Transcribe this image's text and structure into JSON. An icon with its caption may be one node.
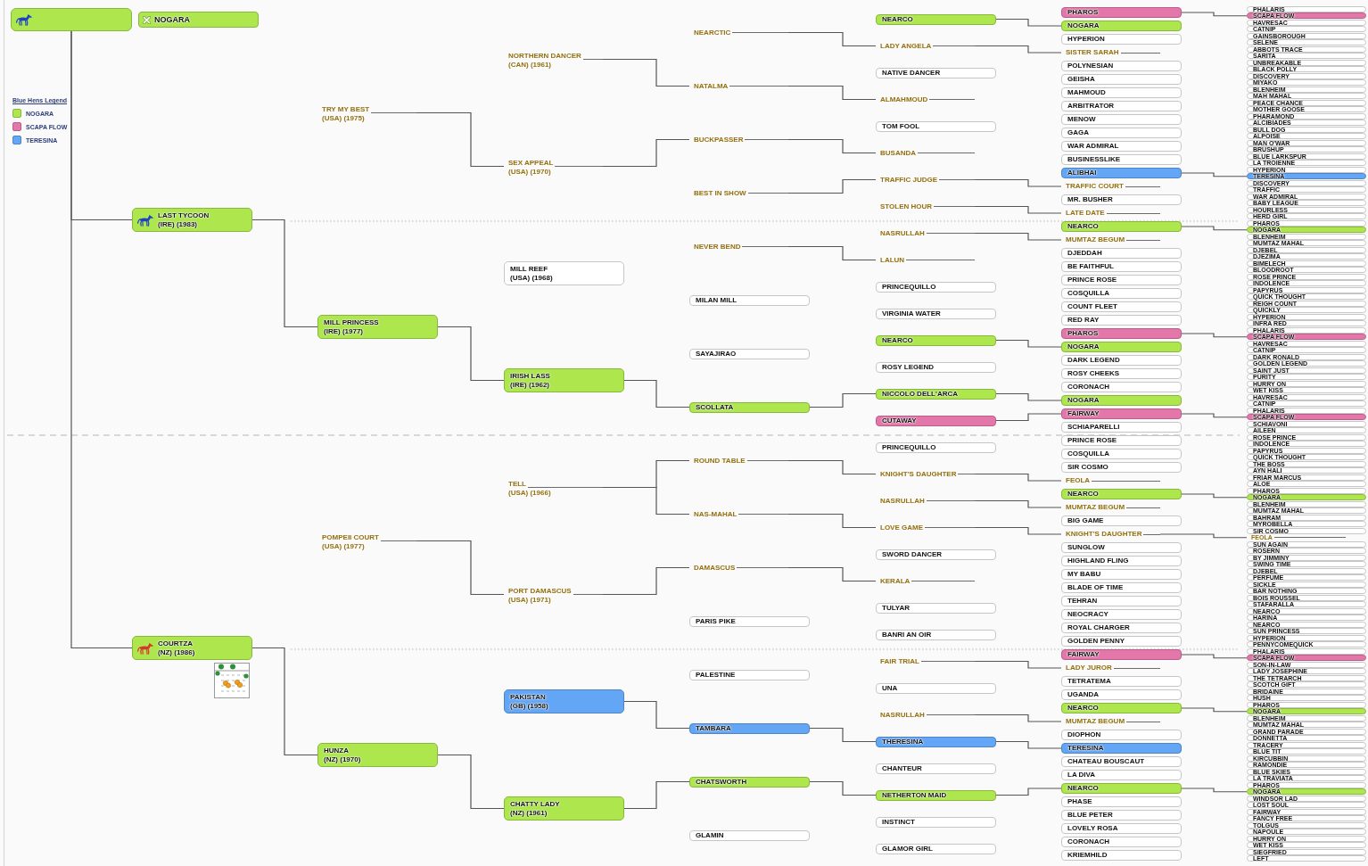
{
  "diagram": {
    "nodes": [
      {
        "text": [],
        "shape": "box"
      },
      {
        "text": [
          "NOGARA"
        ]
      },
      {
        "text": [
          "LAST TYCOON",
          "(IRE) (1983)"
        ]
      },
      {
        "text": [
          "COURTZA",
          "(NZ) (1986)"
        ]
      },
      {
        "text": [
          "TRY MY BEST",
          "(USA) (1975)"
        ]
      },
      {
        "text": [
          "MILL PRINCESS",
          "(IRE) (1977)"
        ]
      },
      {
        "text": [
          "POMPEII COURT",
          "(USA) (1977)"
        ]
      },
      {
        "text": [
          "HUNZA",
          "(NZ) (1970)"
        ]
      },
      {
        "text": [
          "NORTHERN DANCER",
          "(CAN) (1961)"
        ]
      },
      {
        "text": [
          "SEX APPEAL",
          "(USA) (1970)"
        ]
      },
      {
        "text": [
          "MILL REEF",
          "(USA) (1968)"
        ]
      },
      {
        "text": [
          "IRISH LASS",
          "(IRE) (1962)"
        ]
      },
      {
        "text": [
          "TELL",
          "(USA) (1966)"
        ]
      },
      {
        "text": [
          "PORT DAMASCUS",
          "(USA) (1971)"
        ]
      },
      {
        "text": [
          "PAKISTAN",
          "(GB) (1958)"
        ]
      },
      {
        "text": [
          "CHATTY LADY",
          "(NZ) (1961)"
        ]
      },
      {
        "text": [
          "NEARCTIC"
        ]
      },
      {
        "text": [
          "NATALMA"
        ]
      },
      {
        "text": [
          "BUCKPASSER"
        ]
      },
      {
        "text": [
          "BEST IN SHOW"
        ]
      },
      {
        "text": [
          "NEVER BEND"
        ]
      },
      {
        "text": [
          "MILAN MILL"
        ]
      },
      {
        "text": [
          "SAYAJIRAO"
        ]
      },
      {
        "text": [
          "SCOLLATA"
        ]
      },
      {
        "text": [
          "ROUND TABLE"
        ]
      },
      {
        "text": [
          "NAS-MAHAL"
        ]
      },
      {
        "text": [
          "DAMASCUS"
        ]
      },
      {
        "text": [
          "PARIS PIKE"
        ]
      },
      {
        "text": [
          "PALESTINE"
        ]
      },
      {
        "text": [
          "TAMBARA"
        ]
      },
      {
        "text": [
          "CHATSWORTH"
        ]
      },
      {
        "text": [
          "GLAMIN"
        ]
      },
      {
        "text": [
          "NEARCO"
        ]
      },
      {
        "text": [
          "LADY ANGELA"
        ]
      },
      {
        "text": [
          "NATIVE DANCER"
        ]
      },
      {
        "text": [
          "ALMAHMOUD"
        ]
      },
      {
        "text": [
          "TOM FOOL"
        ]
      },
      {
        "text": [
          "BUSANDA"
        ]
      },
      {
        "text": [
          "TRAFFIC JUDGE"
        ]
      },
      {
        "text": [
          "STOLEN HOUR"
        ]
      },
      {
        "text": [
          "NASRULLAH"
        ]
      },
      {
        "text": [
          "LALUN"
        ]
      },
      {
        "text": [
          "PRINCEQUILLO"
        ]
      },
      {
        "text": [
          "VIRGINIA WATER"
        ]
      },
      {
        "text": [
          "NEARCO"
        ]
      },
      {
        "text": [
          "ROSY LEGEND"
        ]
      },
      {
        "text": [
          "NICCOLO DELL'ARCA"
        ]
      },
      {
        "text": [
          "CUTAWAY"
        ]
      },
      {
        "text": [
          "PRINCEQUILLO"
        ]
      },
      {
        "text": [
          "KNIGHT'S DAUGHTER"
        ]
      },
      {
        "text": [
          "NASRULLAH"
        ]
      },
      {
        "text": [
          "LOVE GAME"
        ]
      },
      {
        "text": [
          "SWORD DANCER"
        ]
      },
      {
        "text": [
          "KERALA"
        ]
      },
      {
        "text": [
          "TULYAR"
        ]
      },
      {
        "text": [
          "BANRI AN OIR"
        ]
      },
      {
        "text": [
          "FAIR TRIAL"
        ]
      },
      {
        "text": [
          "UNA"
        ]
      },
      {
        "text": [
          "NASRULLAH"
        ]
      },
      {
        "text": [
          "THERESINA"
        ]
      },
      {
        "text": [
          "CHANTEUR"
        ]
      },
      {
        "text": [
          "NETHERTON MAID"
        ]
      },
      {
        "text": [
          "INSTINCT"
        ]
      },
      {
        "text": [
          "GLAMOR GIRL"
        ]
      },
      {
        "text": [
          "PHAROS"
        ]
      },
      {
        "text": [
          "NOGARA"
        ]
      },
      {
        "text": [
          "HYPERION"
        ]
      },
      {
        "text": [
          "SISTER SARAH"
        ]
      },
      {
        "text": [
          "POLYNESIAN"
        ]
      },
      {
        "text": [
          "GEISHA"
        ]
      },
      {
        "text": [
          "MAHMOUD"
        ]
      },
      {
        "text": [
          "ARBITRATOR"
        ]
      },
      {
        "text": [
          "MENOW"
        ]
      },
      {
        "text": [
          "GAGA"
        ]
      },
      {
        "text": [
          "WAR ADMIRAL"
        ]
      },
      {
        "text": [
          "BUSINESSLIKE"
        ]
      },
      {
        "text": [
          "ALIBHAI"
        ]
      },
      {
        "text": [
          "TRAFFIC COURT"
        ]
      },
      {
        "text": [
          "MR. BUSHER"
        ]
      },
      {
        "text": [
          "LATE DATE"
        ]
      },
      {
        "text": [
          "NEARCO"
        ]
      },
      {
        "text": [
          "MUMTAZ BEGUM"
        ]
      },
      {
        "text": [
          "DJEDDAH"
        ]
      },
      {
        "text": [
          "BE FAITHFUL"
        ]
      },
      {
        "text": [
          "PRINCE ROSE"
        ]
      },
      {
        "text": [
          "COSQUILLA"
        ]
      },
      {
        "text": [
          "COUNT FLEET"
        ]
      },
      {
        "text": [
          "RED RAY"
        ]
      },
      {
        "text": [
          "PHAROS"
        ]
      },
      {
        "text": [
          "NOGARA"
        ]
      },
      {
        "text": [
          "DARK LEGEND"
        ]
      },
      {
        "text": [
          "ROSY CHEEKS"
        ]
      },
      {
        "text": [
          "CORONACH"
        ]
      },
      {
        "text": [
          "NOGARA"
        ]
      },
      {
        "text": [
          "FAIRWAY"
        ]
      },
      {
        "text": [
          "SCHIAPARELLI"
        ]
      },
      {
        "text": [
          "PRINCE ROSE"
        ]
      },
      {
        "text": [
          "COSQUILLA"
        ]
      },
      {
        "text": [
          "SIR COSMO"
        ]
      },
      {
        "text": [
          "FEOLA"
        ]
      },
      {
        "text": [
          "NEARCO"
        ]
      },
      {
        "text": [
          "MUMTAZ BEGUM"
        ]
      },
      {
        "text": [
          "BIG GAME"
        ]
      },
      {
        "text": [
          "KNIGHT'S DAUGHTER"
        ]
      },
      {
        "text": [
          "SUNGLOW"
        ]
      },
      {
        "text": [
          "HIGHLAND FLING"
        ]
      },
      {
        "text": [
          "MY BABU"
        ]
      },
      {
        "text": [
          "BLADE OF TIME"
        ]
      },
      {
        "text": [
          "TEHRAN"
        ]
      },
      {
        "text": [
          "NEOCRACY"
        ]
      },
      {
        "text": [
          "ROYAL CHARGER"
        ]
      },
      {
        "text": [
          "GOLDEN PENNY"
        ]
      },
      {
        "text": [
          "FAIRWAY"
        ]
      },
      {
        "text": [
          "LADY JUROR"
        ]
      },
      {
        "text": [
          "TETRATEMA"
        ]
      },
      {
        "text": [
          "UGANDA"
        ]
      },
      {
        "text": [
          "NEARCO"
        ]
      },
      {
        "text": [
          "MUMTAZ BEGUM"
        ]
      },
      {
        "text": [
          "DIOPHON"
        ]
      },
      {
        "text": [
          "TERESINA"
        ]
      },
      {
        "text": [
          "CHATEAU BOUSCAUT"
        ]
      },
      {
        "text": [
          "LA DIVA"
        ]
      },
      {
        "text": [
          "NEARCO"
        ]
      },
      {
        "text": [
          "PHASE"
        ]
      },
      {
        "text": [
          "BLUE PETER"
        ]
      },
      {
        "text": [
          "LOVELY ROSA"
        ]
      },
      {
        "text": [
          "CORONACH"
        ]
      },
      {
        "text": [
          "KRIEMHILD"
        ]
      },
      {
        "text": [
          "PHALARIS"
        ]
      },
      {
        "text": [
          "SCAPA FLOW"
        ]
      },
      {
        "text": [
          "HAVRESAC"
        ]
      },
      {
        "text": [
          "CATNIP"
        ]
      },
      {
        "text": [
          "GAINSBOROUGH"
        ]
      },
      {
        "text": [
          "SELENE"
        ]
      },
      {
        "text": [
          "ABBOTS TRACE"
        ]
      },
      {
        "text": [
          "SARITA"
        ]
      },
      {
        "text": [
          "UNBREAKABLE"
        ]
      },
      {
        "text": [
          "BLACK POLLY"
        ]
      },
      {
        "text": [
          "DISCOVERY"
        ]
      },
      {
        "text": [
          "MIYAKO"
        ]
      },
      {
        "text": [
          "BLENHEIM"
        ]
      },
      {
        "text": [
          "MAH MAHAL"
        ]
      },
      {
        "text": [
          "PEACE CHANCE"
        ]
      },
      {
        "text": [
          "MOTHER GOOSE"
        ]
      },
      {
        "text": [
          "PHARAMOND"
        ]
      },
      {
        "text": [
          "ALCIBIADES"
        ]
      },
      {
        "text": [
          "BULL DOG"
        ]
      },
      {
        "text": [
          "ALPOISE"
        ]
      },
      {
        "text": [
          "MAN O'WAR"
        ]
      },
      {
        "text": [
          "BRUSHUP"
        ]
      },
      {
        "text": [
          "BLUE LARKSPUR"
        ]
      },
      {
        "text": [
          "LA TROIENNE"
        ]
      },
      {
        "text": [
          "HYPERION"
        ]
      },
      {
        "text": [
          "TERESINA"
        ]
      },
      {
        "text": [
          "DISCOVERY"
        ]
      },
      {
        "text": [
          "TRAFFIC"
        ]
      },
      {
        "text": [
          "WAR ADMIRAL"
        ]
      },
      {
        "text": [
          "BABY LEAGUE"
        ]
      },
      {
        "text": [
          "HOURLESS"
        ]
      },
      {
        "text": [
          "HERD GIRL"
        ]
      },
      {
        "text": [
          "PHAROS"
        ]
      },
      {
        "text": [
          "NOGARA"
        ]
      },
      {
        "text": [
          "BLENHEIM"
        ]
      },
      {
        "text": [
          "MUMTAZ MAHAL"
        ]
      },
      {
        "text": [
          "DJEBEL"
        ]
      },
      {
        "text": [
          "DJEZIMA"
        ]
      },
      {
        "text": [
          "BIMELECH"
        ]
      },
      {
        "text": [
          "BLOODROOT"
        ]
      },
      {
        "text": [
          "ROSE PRINCE"
        ]
      },
      {
        "text": [
          "INDOLENCE"
        ]
      },
      {
        "text": [
          "PAPYRUS"
        ]
      },
      {
        "text": [
          "QUICK THOUGHT"
        ]
      },
      {
        "text": [
          "REIGH COUNT"
        ]
      },
      {
        "text": [
          "QUICKLY"
        ]
      },
      {
        "text": [
          "HYPERION"
        ]
      },
      {
        "text": [
          "INFRA RED"
        ]
      },
      {
        "text": [
          "PHALARIS"
        ]
      },
      {
        "text": [
          "SCAPA FLOW"
        ]
      },
      {
        "text": [
          "HAVRESAC"
        ]
      },
      {
        "text": [
          "CATNIP"
        ]
      },
      {
        "text": [
          "DARK RONALD"
        ]
      },
      {
        "text": [
          "GOLDEN LEGEND"
        ]
      },
      {
        "text": [
          "SAINT JUST"
        ]
      },
      {
        "text": [
          "PURITY"
        ]
      },
      {
        "text": [
          "HURRY ON"
        ]
      },
      {
        "text": [
          "WET KISS"
        ]
      },
      {
        "text": [
          "HAVRESAC"
        ]
      },
      {
        "text": [
          "CATNIP"
        ]
      },
      {
        "text": [
          "PHALARIS"
        ]
      },
      {
        "text": [
          "SCAPA FLOW"
        ]
      },
      {
        "text": [
          "SCHIAVONI"
        ]
      },
      {
        "text": [
          "AILEEN"
        ]
      },
      {
        "text": [
          "ROSE PRINCE"
        ]
      },
      {
        "text": [
          "INDOLENCE"
        ]
      },
      {
        "text": [
          "PAPYRUS"
        ]
      },
      {
        "text": [
          "QUICK THOUGHT"
        ]
      },
      {
        "text": [
          "THE BOSS"
        ]
      },
      {
        "text": [
          "AYN HALI"
        ]
      },
      {
        "text": [
          "FRIAR MARCUS"
        ]
      },
      {
        "text": [
          "ALOE"
        ]
      },
      {
        "text": [
          "PHAROS"
        ]
      },
      {
        "text": [
          "NOGARA"
        ]
      },
      {
        "text": [
          "BLENHEIM"
        ]
      },
      {
        "text": [
          "MUMTAZ MAHAL"
        ]
      },
      {
        "text": [
          "BAHRAM"
        ]
      },
      {
        "text": [
          "MYROBELLA"
        ]
      },
      {
        "text": [
          "SIR COSMO"
        ]
      },
      {
        "text": [
          "FEOLA"
        ]
      },
      {
        "text": [
          "SUN AGAIN"
        ]
      },
      {
        "text": [
          "ROSERN"
        ]
      },
      {
        "text": [
          "BY JIMMINY"
        ]
      },
      {
        "text": [
          "SWING TIME"
        ]
      },
      {
        "text": [
          "DJEBEL"
        ]
      },
      {
        "text": [
          "PERFUME"
        ]
      },
      {
        "text": [
          "SICKLE"
        ]
      },
      {
        "text": [
          "BAR NOTHING"
        ]
      },
      {
        "text": [
          "BOIS ROUSSEL"
        ]
      },
      {
        "text": [
          "STAFARALLA"
        ]
      },
      {
        "text": [
          "NEARCO"
        ]
      },
      {
        "text": [
          "HARINA"
        ]
      },
      {
        "text": [
          "NEARCO"
        ]
      },
      {
        "text": [
          "SUN PRINCESS"
        ]
      },
      {
        "text": [
          "HYPERION"
        ]
      },
      {
        "text": [
          "PENNYCOMEQUICK"
        ]
      },
      {
        "text": [
          "PHALARIS"
        ]
      },
      {
        "text": [
          "SCAPA FLOW"
        ]
      },
      {
        "text": [
          "SON-IN-LAW"
        ]
      },
      {
        "text": [
          "LADY JOSEPHINE"
        ]
      },
      {
        "text": [
          "THE TETRARCH"
        ]
      },
      {
        "text": [
          "SCOTCH GIFT"
        ]
      },
      {
        "text": [
          "BRIDAINE"
        ]
      },
      {
        "text": [
          "HUSH"
        ]
      },
      {
        "text": [
          "PHAROS"
        ]
      },
      {
        "text": [
          "NOGARA"
        ]
      },
      {
        "text": [
          "BLENHEIM"
        ]
      },
      {
        "text": [
          "MUMTAZ MAHAL"
        ]
      },
      {
        "text": [
          "GRAND PARADE"
        ]
      },
      {
        "text": [
          "DONNETTA"
        ]
      },
      {
        "text": [
          "TRACERY"
        ]
      },
      {
        "text": [
          "BLUE TIT"
        ]
      },
      {
        "text": [
          "KIRCUBBIN"
        ]
      },
      {
        "text": [
          "RAMONDIE"
        ]
      },
      {
        "text": [
          "BLUE SKIES"
        ]
      },
      {
        "text": [
          "LA TRAVIATA"
        ]
      },
      {
        "text": [
          "PHAROS"
        ]
      },
      {
        "text": [
          "NOGARA"
        ]
      },
      {
        "text": [
          "WINDSOR LAD"
        ]
      },
      {
        "text": [
          "LOST SOUL"
        ]
      },
      {
        "text": [
          "FAIRWAY"
        ]
      },
      {
        "text": [
          "FANCY FREE"
        ]
      },
      {
        "text": [
          "TOLGUS"
        ]
      },
      {
        "text": [
          "NAPOULE"
        ]
      },
      {
        "text": [
          "HURRY ON"
        ]
      },
      {
        "text": [
          "WET KISS"
        ]
      },
      {
        "text": [
          "SIEGFRIED"
        ]
      },
      {
        "text": [
          "LEFT"
        ]
      }
    ],
    "edges": [
      {
        "from": 0,
        "to": 2,
        "arrow": "none"
      },
      {
        "from": 0,
        "to": 3,
        "arrow": "none"
      },
      {
        "from": 2,
        "to": 5,
        "arrow": "none"
      },
      {
        "from": 3,
        "to": 7,
        "arrow": "none"
      },
      {
        "from": 4,
        "to": 9,
        "arrow": "none"
      },
      {
        "from": 5,
        "to": 11,
        "arrow": "none"
      },
      {
        "from": 6,
        "to": 13,
        "arrow": "none"
      },
      {
        "from": 7,
        "to": 15,
        "arrow": "none"
      },
      {
        "from": 8,
        "to": 17,
        "arrow": "none"
      },
      {
        "from": 9,
        "to": 18,
        "arrow": "none"
      },
      {
        "from": 11,
        "to": 23,
        "arrow": "none"
      },
      {
        "from": 12,
        "to": 24,
        "arrow": "none"
      },
      {
        "from": 12,
        "to": 25,
        "arrow": "none"
      },
      {
        "from": 13,
        "to": 26,
        "arrow": "none"
      },
      {
        "from": 14,
        "to": 29,
        "arrow": "none"
      },
      {
        "from": 15,
        "to": 30,
        "arrow": "none"
      },
      {
        "from": 16,
        "to": 33,
        "arrow": "none"
      },
      {
        "from": 17,
        "to": 35,
        "arrow": "none"
      },
      {
        "from": 18,
        "to": 37,
        "arrow": "none"
      },
      {
        "from": 19,
        "to": 38,
        "arrow": "none"
      },
      {
        "from": 20,
        "to": 41,
        "arrow": "none"
      },
      {
        "from": 23,
        "to": 46,
        "arrow": "none"
      },
      {
        "from": 24,
        "to": 49,
        "arrow": "none"
      },
      {
        "from": 25,
        "to": 51,
        "arrow": "none"
      },
      {
        "from": 26,
        "to": 53,
        "arrow": "none"
      },
      {
        "from": 29,
        "to": 59,
        "arrow": "none"
      },
      {
        "from": 30,
        "to": 61,
        "arrow": "none"
      },
      {
        "from": 32,
        "to": 65,
        "arrow": "none"
      },
      {
        "from": 33,
        "to": 67,
        "arrow": "none"
      },
      {
        "from": 38,
        "to": 77,
        "arrow": "none"
      },
      {
        "from": 39,
        "to": 79,
        "arrow": "none"
      },
      {
        "from": 40,
        "to": 81,
        "arrow": "none"
      },
      {
        "from": 44,
        "to": 89,
        "arrow": "none"
      },
      {
        "from": 46,
        "to": 93,
        "arrow": "none"
      },
      {
        "from": 47,
        "to": 94,
        "arrow": "none"
      },
      {
        "from": 49,
        "to": 99,
        "arrow": "none"
      },
      {
        "from": 50,
        "to": 101,
        "arrow": "none"
      },
      {
        "from": 51,
        "to": 103,
        "arrow": "none"
      },
      {
        "from": 56,
        "to": 113,
        "arrow": "none"
      },
      {
        "from": 58,
        "to": 117,
        "arrow": "none"
      },
      {
        "from": 59,
        "to": 119,
        "arrow": "none"
      },
      {
        "from": 61,
        "to": 122,
        "arrow": "none"
      },
      {
        "from": 64,
        "to": 129,
        "arrow": "none"
      },
      {
        "from": 76,
        "to": 153,
        "arrow": "none"
      },
      {
        "from": 80,
        "to": 161,
        "arrow": "none"
      },
      {
        "from": 88,
        "to": 177,
        "arrow": "none"
      },
      {
        "from": 94,
        "to": 189,
        "arrow": "none"
      },
      {
        "from": 100,
        "to": 201,
        "arrow": "none"
      },
      {
        "from": 103,
        "to": 207,
        "arrow": "none"
      },
      {
        "from": 112,
        "to": 225,
        "arrow": "none"
      },
      {
        "from": 116,
        "to": 233,
        "arrow": "none"
      },
      {
        "from": 122,
        "to": 245,
        "arrow": "none"
      }
    ],
    "labels": [
      "Blue Hens Legend"
    ],
    "legend": [
      {
        "text": "NOGARA",
        "color": "#ade64d"
      },
      {
        "text": "SCAPA FLOW",
        "color": "#e477aa"
      },
      {
        "text": "TERESINA",
        "color": "#63a6f6"
      }
    ]
  }
}
